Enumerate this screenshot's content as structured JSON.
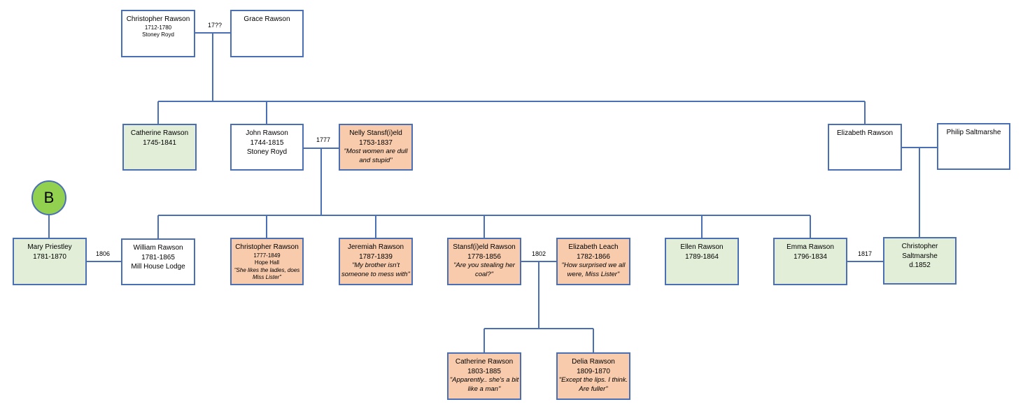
{
  "badge": "B",
  "people": {
    "christopher_sr": {
      "name": "Christopher Rawson",
      "years": "1712-1780",
      "place": "Stoney Royd"
    },
    "grace": {
      "name": "Grace Rawson"
    },
    "catherine_1745": {
      "name": "Catherine Rawson",
      "years": "1745-1841"
    },
    "john": {
      "name": "John Rawson",
      "years": "1744-1815",
      "place": "Stoney Royd"
    },
    "nelly": {
      "name": "Nelly Stansf(i)eld",
      "years": "1753-1837",
      "quote": "\"Most women are dull and stupid\""
    },
    "elizabeth_rawson": {
      "name": "Elizabeth Rawson"
    },
    "philip": {
      "name": "Philip Saltmarshe"
    },
    "mary": {
      "name": "Mary Priestley",
      "years": "1781-1870"
    },
    "william": {
      "name": "William Rawson",
      "years": "1781-1865",
      "place": "Mill House Lodge"
    },
    "christopher_jr": {
      "name": "Christopher Rawson",
      "years": "1777-1849",
      "place": "Hope Hall",
      "quote": "\"She likes the ladies, does Miss Lister\""
    },
    "jeremiah": {
      "name": "Jeremiah Rawson",
      "years": "1787-1839",
      "quote": "\"My brother isn't someone to mess with\""
    },
    "stansfeld": {
      "name": "Stansf(i)eld Rawson",
      "years": "1778-1856",
      "quote": "\"Are you stealing her coal?\""
    },
    "elizabeth_leach": {
      "name": "Elizabeth Leach",
      "years": "1782-1866",
      "quote": "\"How surprised we all were, Miss Lister\""
    },
    "ellen": {
      "name": "Ellen Rawson",
      "years": "1789-1864"
    },
    "emma": {
      "name": "Emma Rawson",
      "years": "1796-1834"
    },
    "christopher_s": {
      "name": "Christopher Saltmarshe",
      "years": "d.1852"
    },
    "catherine_1803": {
      "name": "Catherine Rawson",
      "years": "1803-1885",
      "quote": "\"Apparently.. she's a bit like a man\""
    },
    "delia": {
      "name": "Delia Rawson",
      "years": "1809-1870",
      "quote": "\"Except the lips. I think. Are fuller\""
    }
  },
  "marriages": {
    "christopher_grace": "17??",
    "john_nelly": "1777",
    "mary_william": "1806",
    "stansfeld_elizabeth": "1802",
    "emma_christopher": "1817"
  },
  "colors": {
    "line": "#4a6fb5",
    "green_fill": "#e2eed8",
    "peach_fill": "#f8cbad",
    "badge_fill": "#92d050"
  }
}
